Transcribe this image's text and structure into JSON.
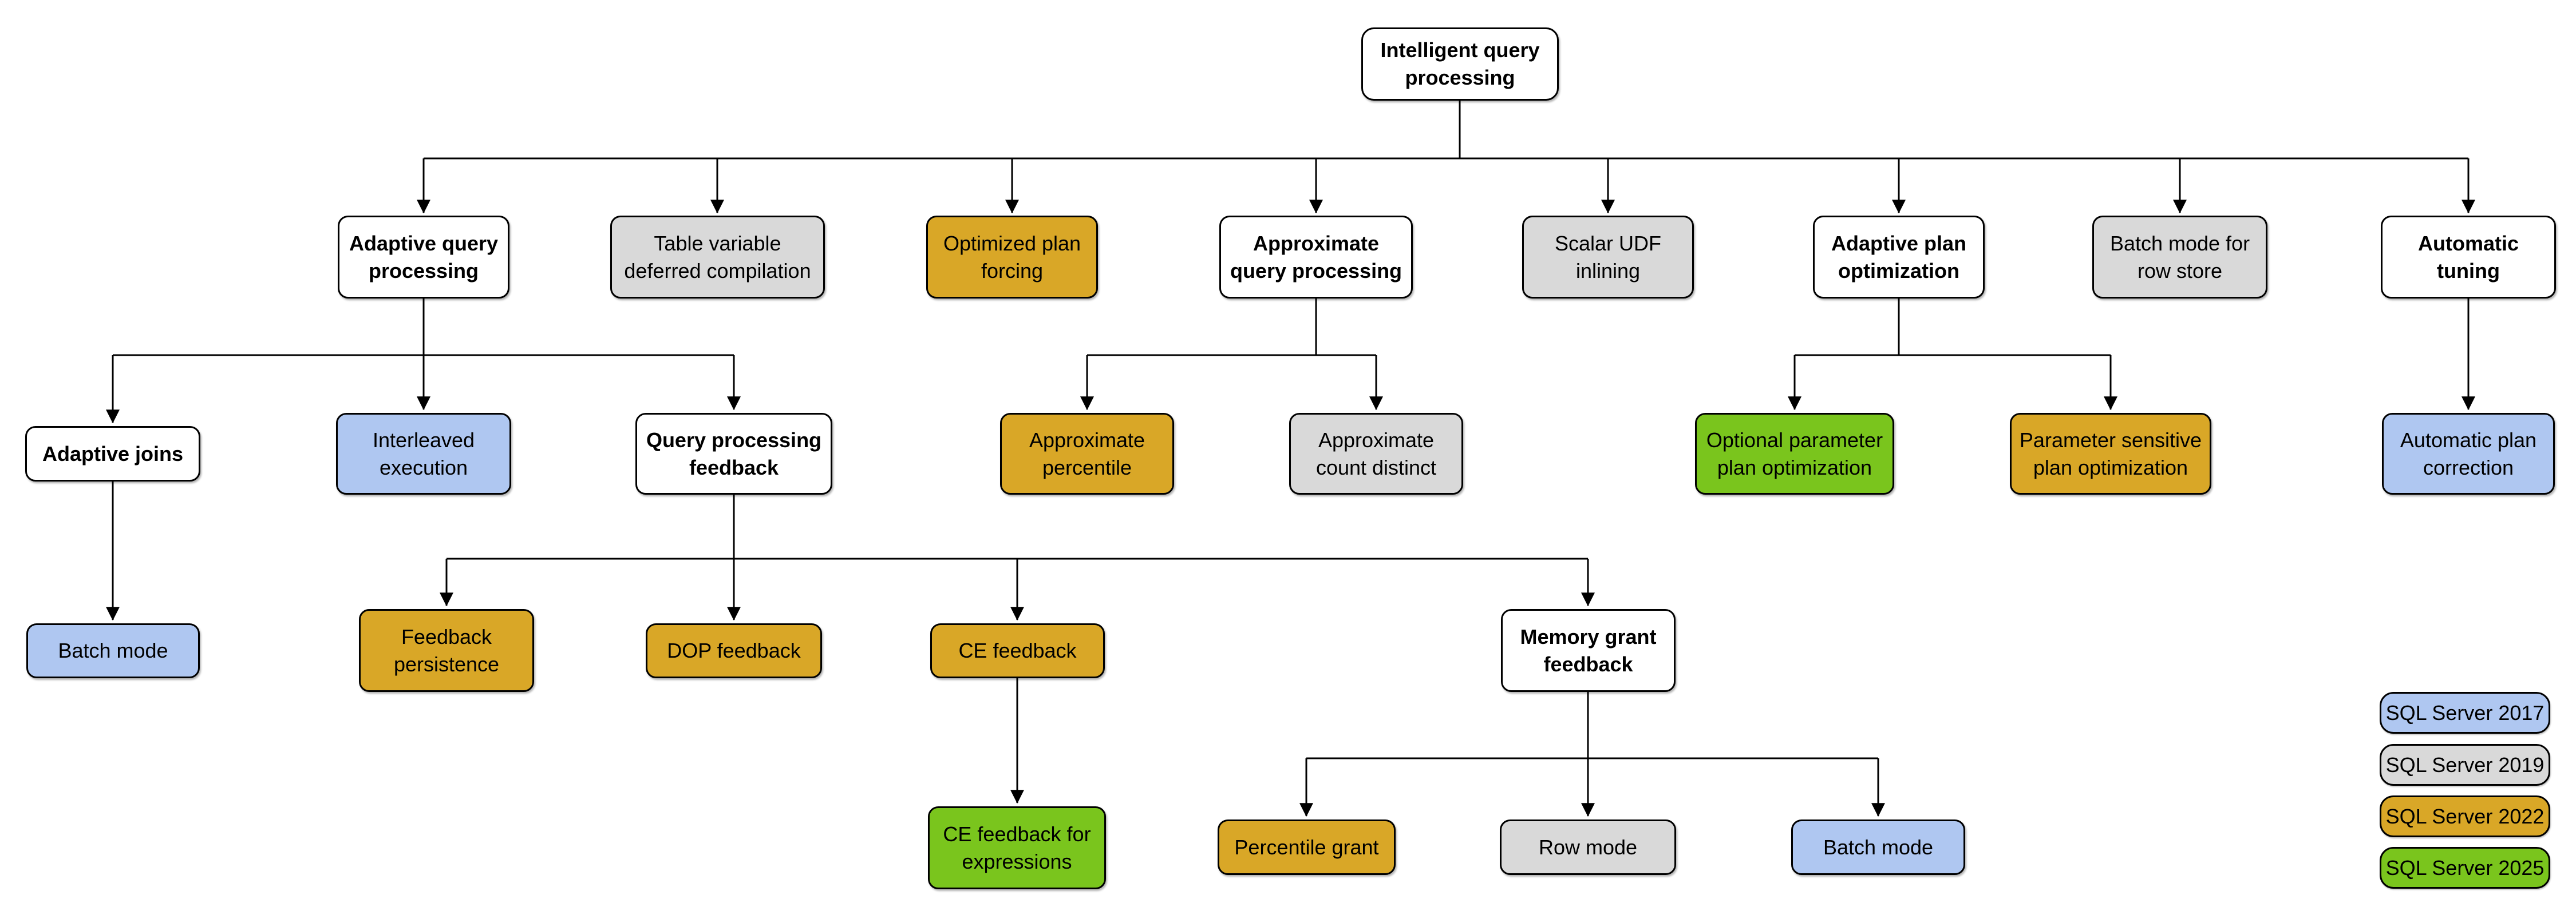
{
  "diagram": {
    "colors": {
      "white": "#FFFFFF",
      "blue": "#AFC7F1",
      "gray": "#D9D9D9",
      "gold": "#D9A727",
      "green": "#7AC51D",
      "line": "#000000"
    },
    "nodes": [
      {
        "id": "intelligent-query-processing",
        "label": "Intelligent query\nprocessing",
        "version": null,
        "parent": null
      },
      {
        "id": "adaptive-query-processing",
        "label": "Adaptive query\nprocessing",
        "version": null,
        "parent": "intelligent-query-processing"
      },
      {
        "id": "table-variable-deferred-compilation",
        "label": "Table variable\ndeferred compilation",
        "version": "SQL Server 2019",
        "parent": "intelligent-query-processing"
      },
      {
        "id": "optimized-plan-forcing",
        "label": "Optimized plan\nforcing",
        "version": "SQL Server 2022",
        "parent": "intelligent-query-processing"
      },
      {
        "id": "approximate-query-processing",
        "label": "Approximate\nquery processing",
        "version": null,
        "parent": "intelligent-query-processing"
      },
      {
        "id": "scalar-udf-inlining",
        "label": "Scalar UDF\ninlining",
        "version": "SQL Server 2019",
        "parent": "intelligent-query-processing"
      },
      {
        "id": "adaptive-plan-optimization",
        "label": "Adaptive plan\noptimization",
        "version": null,
        "parent": "intelligent-query-processing"
      },
      {
        "id": "batch-mode-for-row-store",
        "label": "Batch mode for\nrow store",
        "version": "SQL Server 2019",
        "parent": "intelligent-query-processing"
      },
      {
        "id": "automatic-tuning",
        "label": "Automatic\ntuning",
        "version": null,
        "parent": "intelligent-query-processing"
      },
      {
        "id": "adaptive-joins",
        "label": "Adaptive joins",
        "version": null,
        "parent": "adaptive-query-processing"
      },
      {
        "id": "interleaved-execution",
        "label": "Interleaved\nexecution",
        "version": "SQL Server 2017",
        "parent": "adaptive-query-processing"
      },
      {
        "id": "query-processing-feedback",
        "label": "Query processing\nfeedback",
        "version": null,
        "parent": "adaptive-query-processing"
      },
      {
        "id": "approximate-percentile",
        "label": "Approximate\npercentile",
        "version": "SQL Server 2022",
        "parent": "approximate-query-processing"
      },
      {
        "id": "approximate-count-distinct",
        "label": "Approximate\ncount distinct",
        "version": "SQL Server 2019",
        "parent": "approximate-query-processing"
      },
      {
        "id": "optional-parameter-plan-optimization",
        "label": "Optional parameter\nplan optimization",
        "version": "SQL Server 2025",
        "parent": "adaptive-plan-optimization"
      },
      {
        "id": "parameter-sensitive-plan-optimization",
        "label": "Parameter sensitive\nplan optimization",
        "version": "SQL Server 2022",
        "parent": "adaptive-plan-optimization"
      },
      {
        "id": "automatic-plan-correction",
        "label": "Automatic plan\ncorrection",
        "version": "SQL Server 2017",
        "parent": "automatic-tuning"
      },
      {
        "id": "batch-mode-adaptive-joins",
        "label": "Batch mode",
        "version": "SQL Server 2017",
        "parent": "adaptive-joins"
      },
      {
        "id": "feedback-persistence",
        "label": "Feedback\npersistence",
        "version": "SQL Server 2022",
        "parent": "query-processing-feedback"
      },
      {
        "id": "dop-feedback",
        "label": "DOP feedback",
        "version": "SQL Server 2022",
        "parent": "query-processing-feedback"
      },
      {
        "id": "ce-feedback",
        "label": "CE feedback",
        "version": "SQL Server 2022",
        "parent": "query-processing-feedback"
      },
      {
        "id": "memory-grant-feedback",
        "label": "Memory grant\nfeedback",
        "version": null,
        "parent": "query-processing-feedback"
      },
      {
        "id": "ce-feedback-for-expressions",
        "label": "CE feedback for\nexpressions",
        "version": "SQL Server 2025",
        "parent": "ce-feedback"
      },
      {
        "id": "percentile-grant",
        "label": "Percentile grant",
        "version": "SQL Server 2022",
        "parent": "memory-grant-feedback"
      },
      {
        "id": "row-mode",
        "label": "Row mode",
        "version": "SQL Server 2019",
        "parent": "memory-grant-feedback"
      },
      {
        "id": "batch-mode-memory-grant",
        "label": "Batch mode",
        "version": "SQL Server 2017",
        "parent": "memory-grant-feedback"
      }
    ],
    "legend": [
      {
        "label": "SQL Server 2017",
        "color": "#AFC7F1"
      },
      {
        "label": "SQL Server 2019",
        "color": "#D9D9D9"
      },
      {
        "label": "SQL Server 2022",
        "color": "#D9A727"
      },
      {
        "label": "SQL Server 2025",
        "color": "#7AC51D"
      }
    ]
  }
}
